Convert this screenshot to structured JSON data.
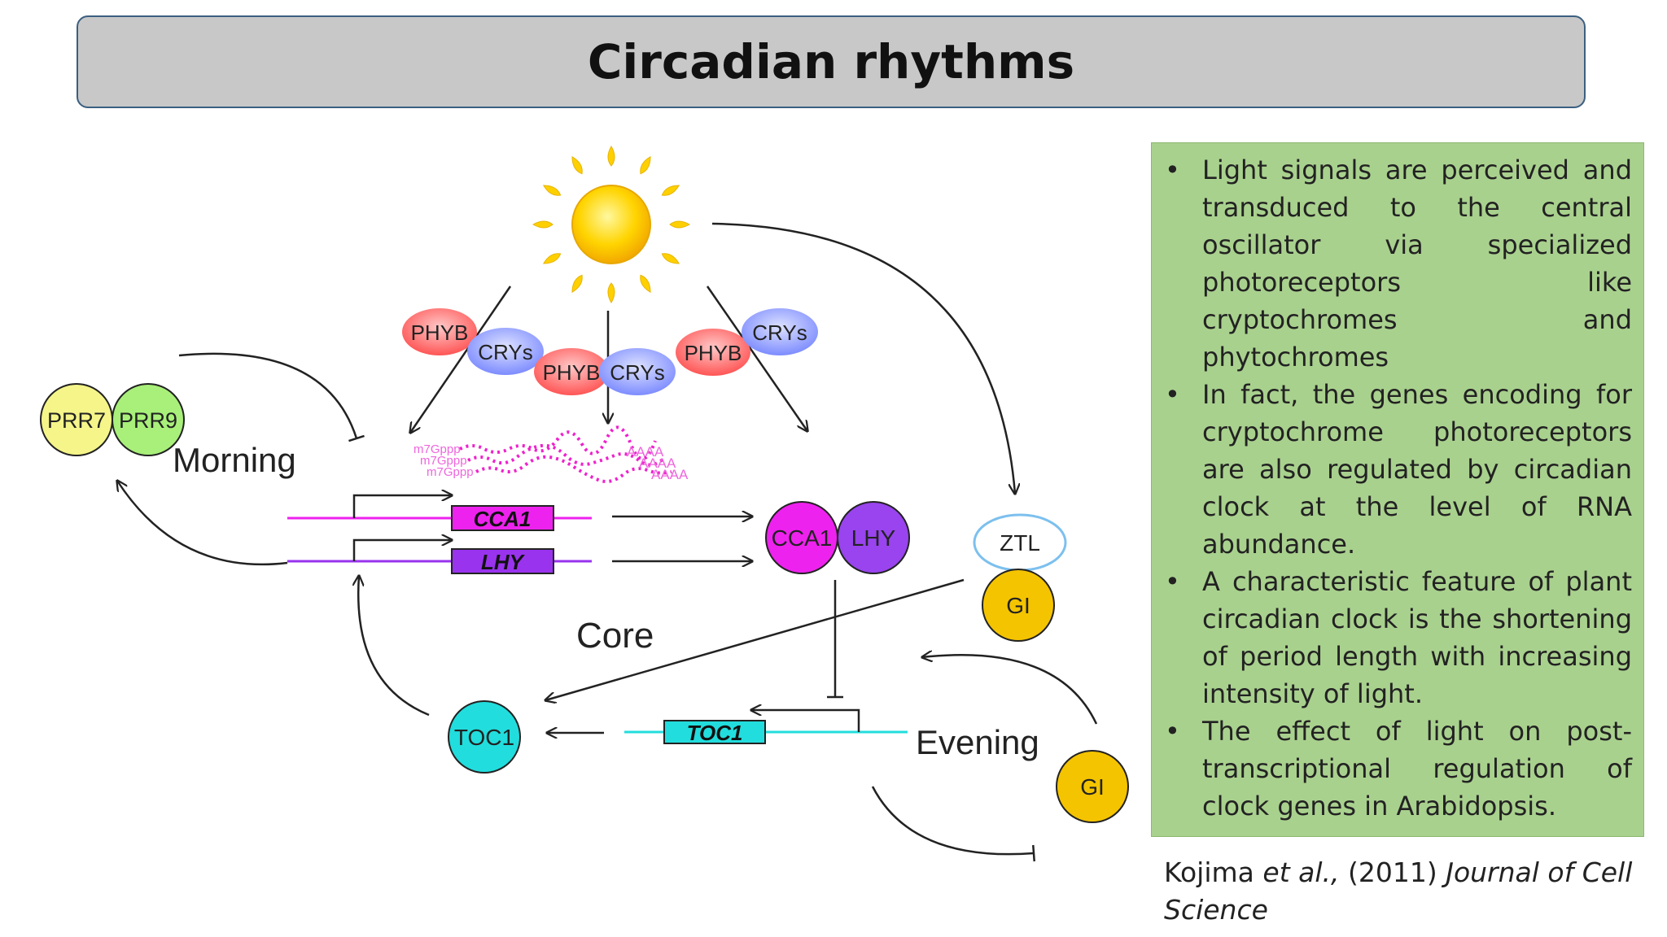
{
  "title": "Circadian rhythms",
  "diagram": {
    "photoreceptors": {
      "phyb_1": "PHYB",
      "crys_1": "CRYs",
      "phyb_2": "PHYB",
      "crys_2": "CRYs",
      "phyb_3": "PHYB",
      "crys_3": "CRYs"
    },
    "morning_proteins": {
      "prr7": "PRR7",
      "prr9": "PRR9"
    },
    "labels": {
      "morning": "Morning",
      "core": "Core",
      "evening": "Evening"
    },
    "mrna": {
      "cap_1": "m7Gppp",
      "cap_2": "m7Gppp",
      "cap_3": "m7Gppp",
      "tail_1": "AAAA",
      "tail_2": "AAAA",
      "tail_3": "AAAA"
    },
    "genes": {
      "cca1": "CCA1",
      "lhy": "LHY",
      "toc1": "TOC1"
    },
    "proteins": {
      "cca1": "CCA1",
      "lhy": "LHY",
      "ztl": "ZTL",
      "gi_top": "GI",
      "gi_bottom": "GI",
      "toc1": "TOC1"
    },
    "colors": {
      "cca1": "#ee22ee",
      "lhy": "#9933ee",
      "toc1": "#22dddd",
      "gi": "#f5c400",
      "prr7": "#f5f58a",
      "prr9": "#a8f07a",
      "phyb": "#ff6666",
      "crys": "#8899ff",
      "sun": "#ffd000"
    }
  },
  "bullets": [
    "Light signals are perceived and transduced to the central oscillator via specialized photoreceptors like cryptochromes and phytochromes",
    "In fact, the genes encoding for cryptochrome photoreceptors are also regulated by circadian clock at the level of RNA abundance.",
    "A characteristic feature of plant circadian clock is the shortening of period length with increasing intensity of light.",
    "The effect of light on post-transcriptional regulation of clock genes in Arabidopsis."
  ],
  "citation": {
    "authors": "Kojima ",
    "etal": "et al.,",
    "year": " (2011) ",
    "journal": "Journal of Cell Science"
  }
}
